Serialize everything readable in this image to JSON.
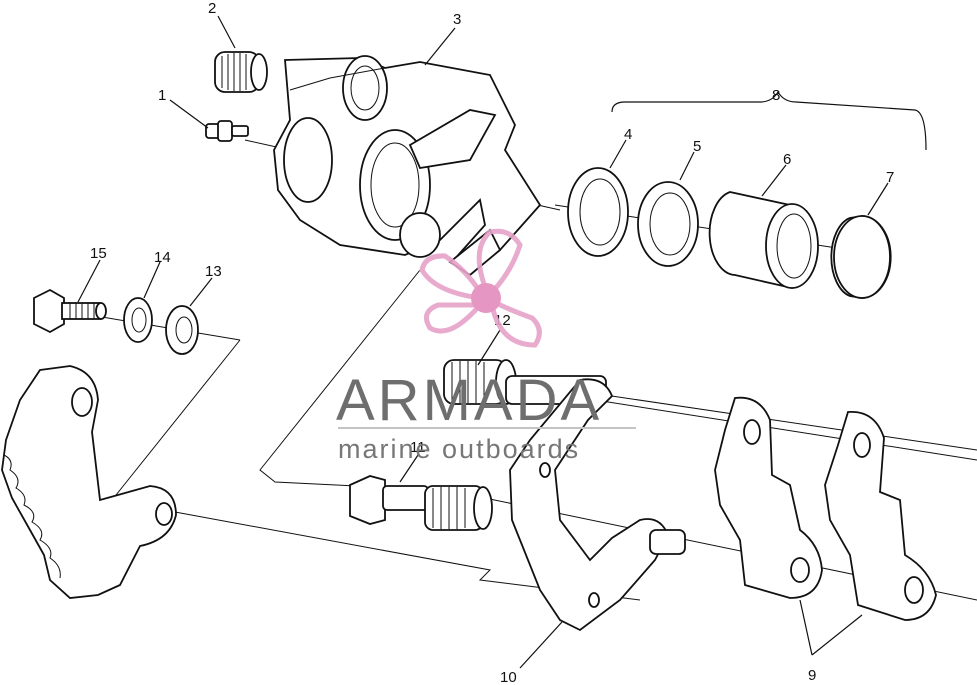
{
  "callouts": [
    {
      "id": "1",
      "text": "1"
    },
    {
      "id": "2",
      "text": "2"
    },
    {
      "id": "3",
      "text": "3"
    },
    {
      "id": "4",
      "text": "4"
    },
    {
      "id": "5",
      "text": "5"
    },
    {
      "id": "6",
      "text": "6"
    },
    {
      "id": "7",
      "text": "7"
    },
    {
      "id": "8",
      "text": "8"
    },
    {
      "id": "9",
      "text": "9"
    },
    {
      "id": "10",
      "text": "10"
    },
    {
      "id": "11",
      "text": "11"
    },
    {
      "id": "12",
      "text": "12"
    },
    {
      "id": "13",
      "text": "13"
    },
    {
      "id": "14",
      "text": "14"
    },
    {
      "id": "15",
      "text": "15"
    }
  ],
  "watermark": {
    "title": "ARMADA",
    "subtitle": "marine outboards",
    "logo_icon": "propeller-logo-icon",
    "logo_color": "#e6a3c9",
    "logo_hub_color": "#e38bbd"
  }
}
